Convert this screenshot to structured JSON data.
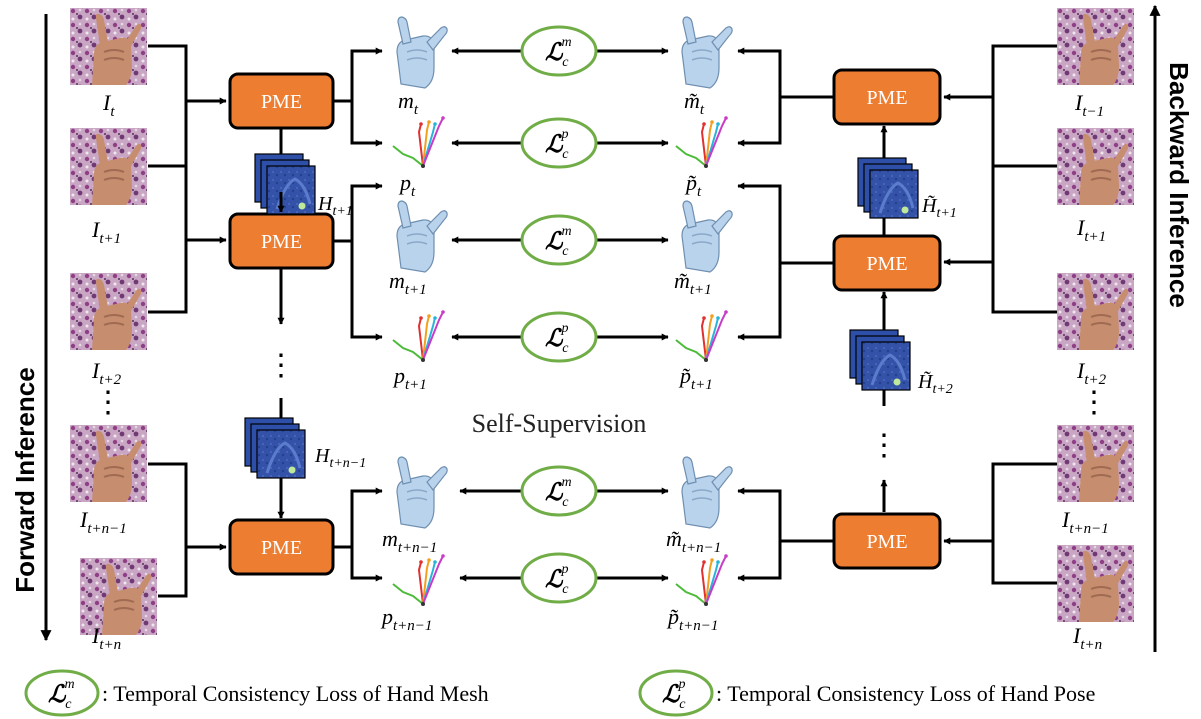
{
  "colors": {
    "pme_fill": "#ed7d31",
    "pme_stroke": "#000000",
    "loss_stroke": "#70ad47",
    "heatmap_fill": "#2d4fa8",
    "hand_fill": "#b9d3ec"
  },
  "side_labels": {
    "forward": "Forward Inference",
    "backward": "Backward Inference"
  },
  "pme_label": "PME",
  "center_label": "Self-Supervision",
  "ellipsis": "⋮",
  "left_frames": {
    "f1": {
      "base": "I",
      "sub": "t"
    },
    "f2": {
      "base": "I",
      "sub": "t+1"
    },
    "f3": {
      "base": "I",
      "sub": "t+2"
    },
    "f4": {
      "base": "I",
      "sub": "t+n−1"
    },
    "f5": {
      "base": "I",
      "sub": "t+n"
    }
  },
  "right_frames": {
    "f1": {
      "base": "I",
      "sub": "t−1"
    },
    "f2": {
      "base": "I",
      "sub": "t+1"
    },
    "f3": {
      "base": "I",
      "sub": "t+2"
    },
    "f4": {
      "base": "I",
      "sub": "t+n−1"
    },
    "f5": {
      "base": "I",
      "sub": "t+n"
    }
  },
  "left_heatmaps": {
    "h1": {
      "base": "H",
      "sub": "t+1"
    },
    "h2": {
      "base": "H",
      "sub": "t+n−1"
    }
  },
  "right_heatmaps": {
    "h1": {
      "base": "H̃",
      "sub": "t+1"
    },
    "h2": {
      "base": "H̃",
      "sub": "t+2"
    }
  },
  "left_outputs": {
    "m1": {
      "base": "m",
      "sub": "t"
    },
    "p1": {
      "base": "p",
      "sub": "t"
    },
    "m2": {
      "base": "m",
      "sub": "t+1"
    },
    "p2": {
      "base": "p",
      "sub": "t+1"
    },
    "m3": {
      "base": "m",
      "sub": "t+n−1"
    },
    "p3": {
      "base": "p",
      "sub": "t+n−1"
    }
  },
  "right_outputs": {
    "m1": {
      "base": "m̃",
      "sub": "t"
    },
    "p1": {
      "base": "p̃",
      "sub": "t"
    },
    "m2": {
      "base": "m̃",
      "sub": "t+1"
    },
    "p2": {
      "base": "p̃",
      "sub": "t+1"
    },
    "m3": {
      "base": "m̃",
      "sub": "t+n−1"
    },
    "p3": {
      "base": "p̃",
      "sub": "t+n−1"
    }
  },
  "loss_symbols": {
    "mesh": {
      "base": "ℒ",
      "sub": "c",
      "sup": "m"
    },
    "pose": {
      "base": "ℒ",
      "sub": "c",
      "sup": "p"
    }
  },
  "legend": {
    "mesh_text": ": Temporal Consistency Loss of Hand Mesh",
    "pose_text": ": Temporal Consistency Loss of Hand Pose"
  }
}
